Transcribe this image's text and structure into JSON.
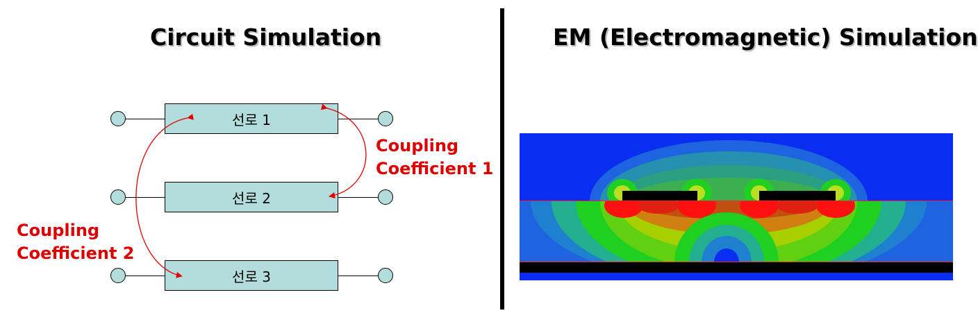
{
  "left_title": "Circuit Simulation",
  "right_title": "EM (Electromagnetic) Simulation",
  "lines": [
    {
      "label": "선로 1"
    },
    {
      "label": "선로 2"
    },
    {
      "label": "선로 3"
    }
  ],
  "coupling1": {
    "line1": "Coupling",
    "line2": "Coefficient 1"
  },
  "coupling2": {
    "line1": "Coupling",
    "line2": "Coefficient 2"
  },
  "colors": {
    "line_fill": "#b3dcdc",
    "arrow": "#e00000",
    "field_blue": "#0a2ef0",
    "field_red": "#ff1010",
    "field_green": "#20d020"
  }
}
